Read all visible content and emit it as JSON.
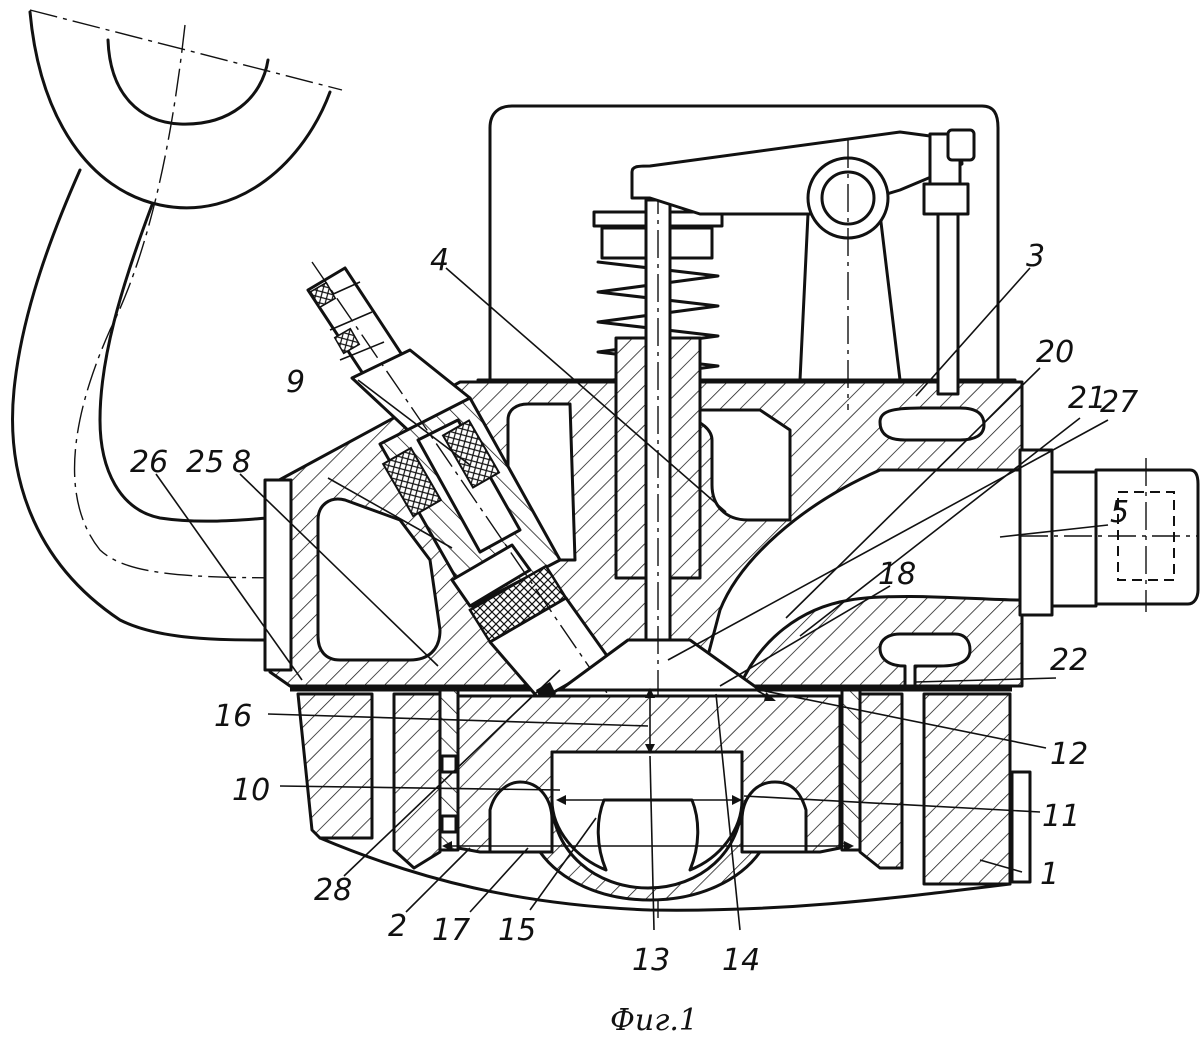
{
  "figure": {
    "caption": "Фиг.1"
  },
  "callouts": [
    {
      "id": "c1",
      "text": "1"
    },
    {
      "id": "c2",
      "text": "2"
    },
    {
      "id": "c3",
      "text": "3"
    },
    {
      "id": "c4",
      "text": "4"
    },
    {
      "id": "c5",
      "text": "5"
    },
    {
      "id": "c8",
      "text": "8"
    },
    {
      "id": "c9",
      "text": "9"
    },
    {
      "id": "c10",
      "text": "10"
    },
    {
      "id": "c11",
      "text": "11"
    },
    {
      "id": "c12",
      "text": "12"
    },
    {
      "id": "c13",
      "text": "13"
    },
    {
      "id": "c14",
      "text": "14"
    },
    {
      "id": "c15",
      "text": "15"
    },
    {
      "id": "c16",
      "text": "16"
    },
    {
      "id": "c17",
      "text": "17"
    },
    {
      "id": "c18",
      "text": "18"
    },
    {
      "id": "c20",
      "text": "20"
    },
    {
      "id": "c21",
      "text": "21"
    },
    {
      "id": "c22",
      "text": "22"
    },
    {
      "id": "c25",
      "text": "25"
    },
    {
      "id": "c26",
      "text": "26"
    },
    {
      "id": "c27",
      "text": "27"
    },
    {
      "id": "c28",
      "text": "28"
    }
  ]
}
